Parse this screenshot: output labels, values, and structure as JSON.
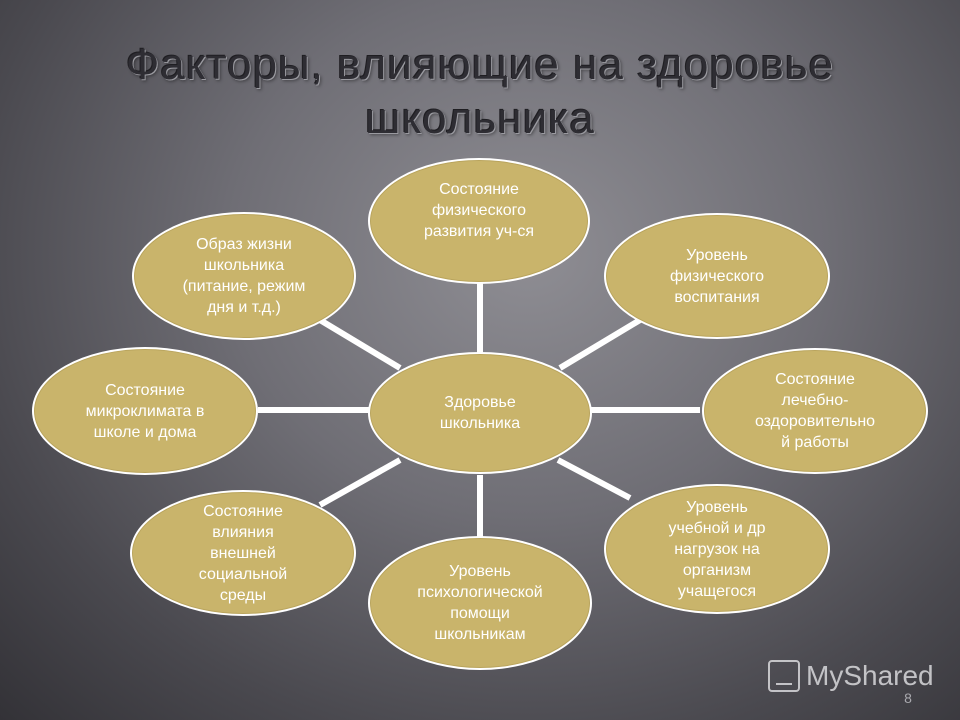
{
  "title": {
    "line1": "Факторы, влияющие на здоровье",
    "line2": "школьника"
  },
  "center": {
    "label": "Здоровье школьника"
  },
  "nodes": {
    "top": [
      "Состояние",
      "физического",
      "развития уч-ся"
    ],
    "top_right": [
      "Уровень",
      "физического",
      "воспитания"
    ],
    "right": [
      "Состояние",
      "лечебно-",
      "оздоровительно",
      "й работы"
    ],
    "bottom_right": [
      "Уровень",
      "учебной и др",
      "нагрузок на",
      "организм",
      "учащегося"
    ],
    "bottom": [
      "Уровень",
      "психологической",
      "помощи",
      "школьникам"
    ],
    "bottom_left": [
      "Состояние",
      "влияния",
      "внешней",
      "социальной",
      "среды"
    ],
    "left": [
      "Состояние",
      "микроклимата  в",
      "школе и дома"
    ],
    "top_left": [
      "Образ жизни",
      "школьника",
      "(питание, режим",
      "дня  и т.д.)"
    ]
  },
  "watermark": "MyShared",
  "page_number": "8",
  "colors": {
    "node_fill": "#c9b46b",
    "node_border": "#ffffff",
    "connector": "#ffffff"
  }
}
